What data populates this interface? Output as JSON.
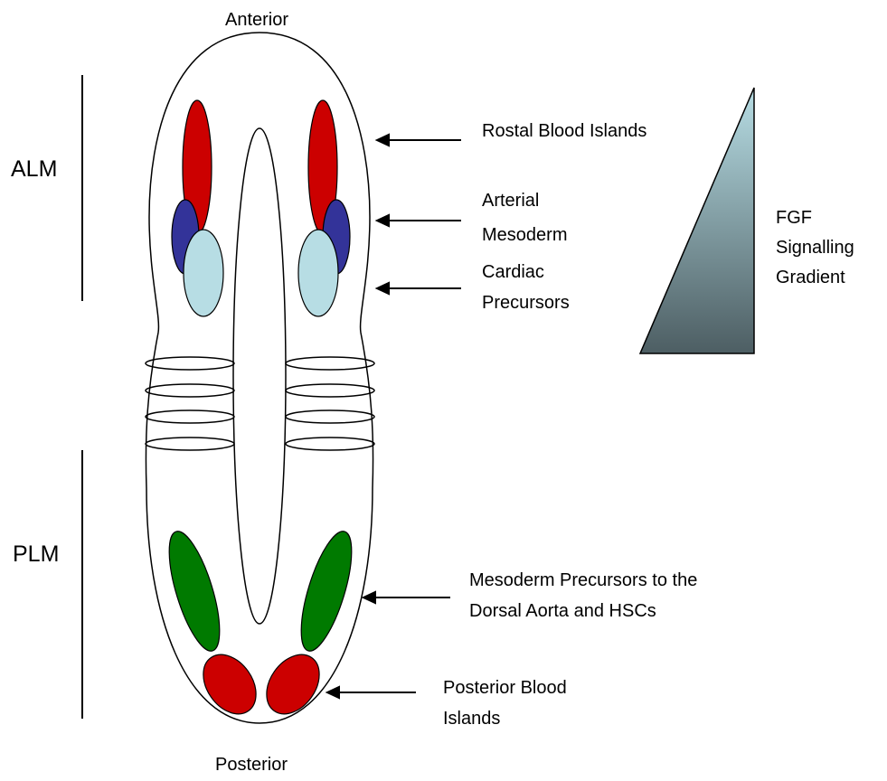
{
  "labels": {
    "anterior": "Anterior",
    "posterior": "Posterior",
    "alm": "ALM",
    "plm": "PLM",
    "rostral_blood_islands": "Rostal Blood Islands",
    "arterial_mesoderm_line1": "Arterial",
    "arterial_mesoderm_line2": "Mesoderm",
    "cardiac_precursors_line1": "Cardiac",
    "cardiac_precursors_line2": "Precursors",
    "fgf_line1": "FGF",
    "fgf_line2": "Signalling",
    "fgf_line3": "Gradient",
    "mesoderm_dorsal_line1": "Mesoderm Precursors to the",
    "mesoderm_dorsal_line2": "Dorsal Aorta and HSCs",
    "posterior_blood_line1": "Posterior Blood",
    "posterior_blood_line2": "Islands"
  },
  "colors": {
    "rostral_blood_islands": "#cc0000",
    "arterial_mesoderm": "#333399",
    "cardiac_precursors": "#b7dde4",
    "dorsal_aorta_precursors": "#007a00",
    "posterior_blood_islands": "#cc0000",
    "fgf_gradient_top": "#b7dde4",
    "fgf_gradient_bottom": "#4d5e63"
  }
}
